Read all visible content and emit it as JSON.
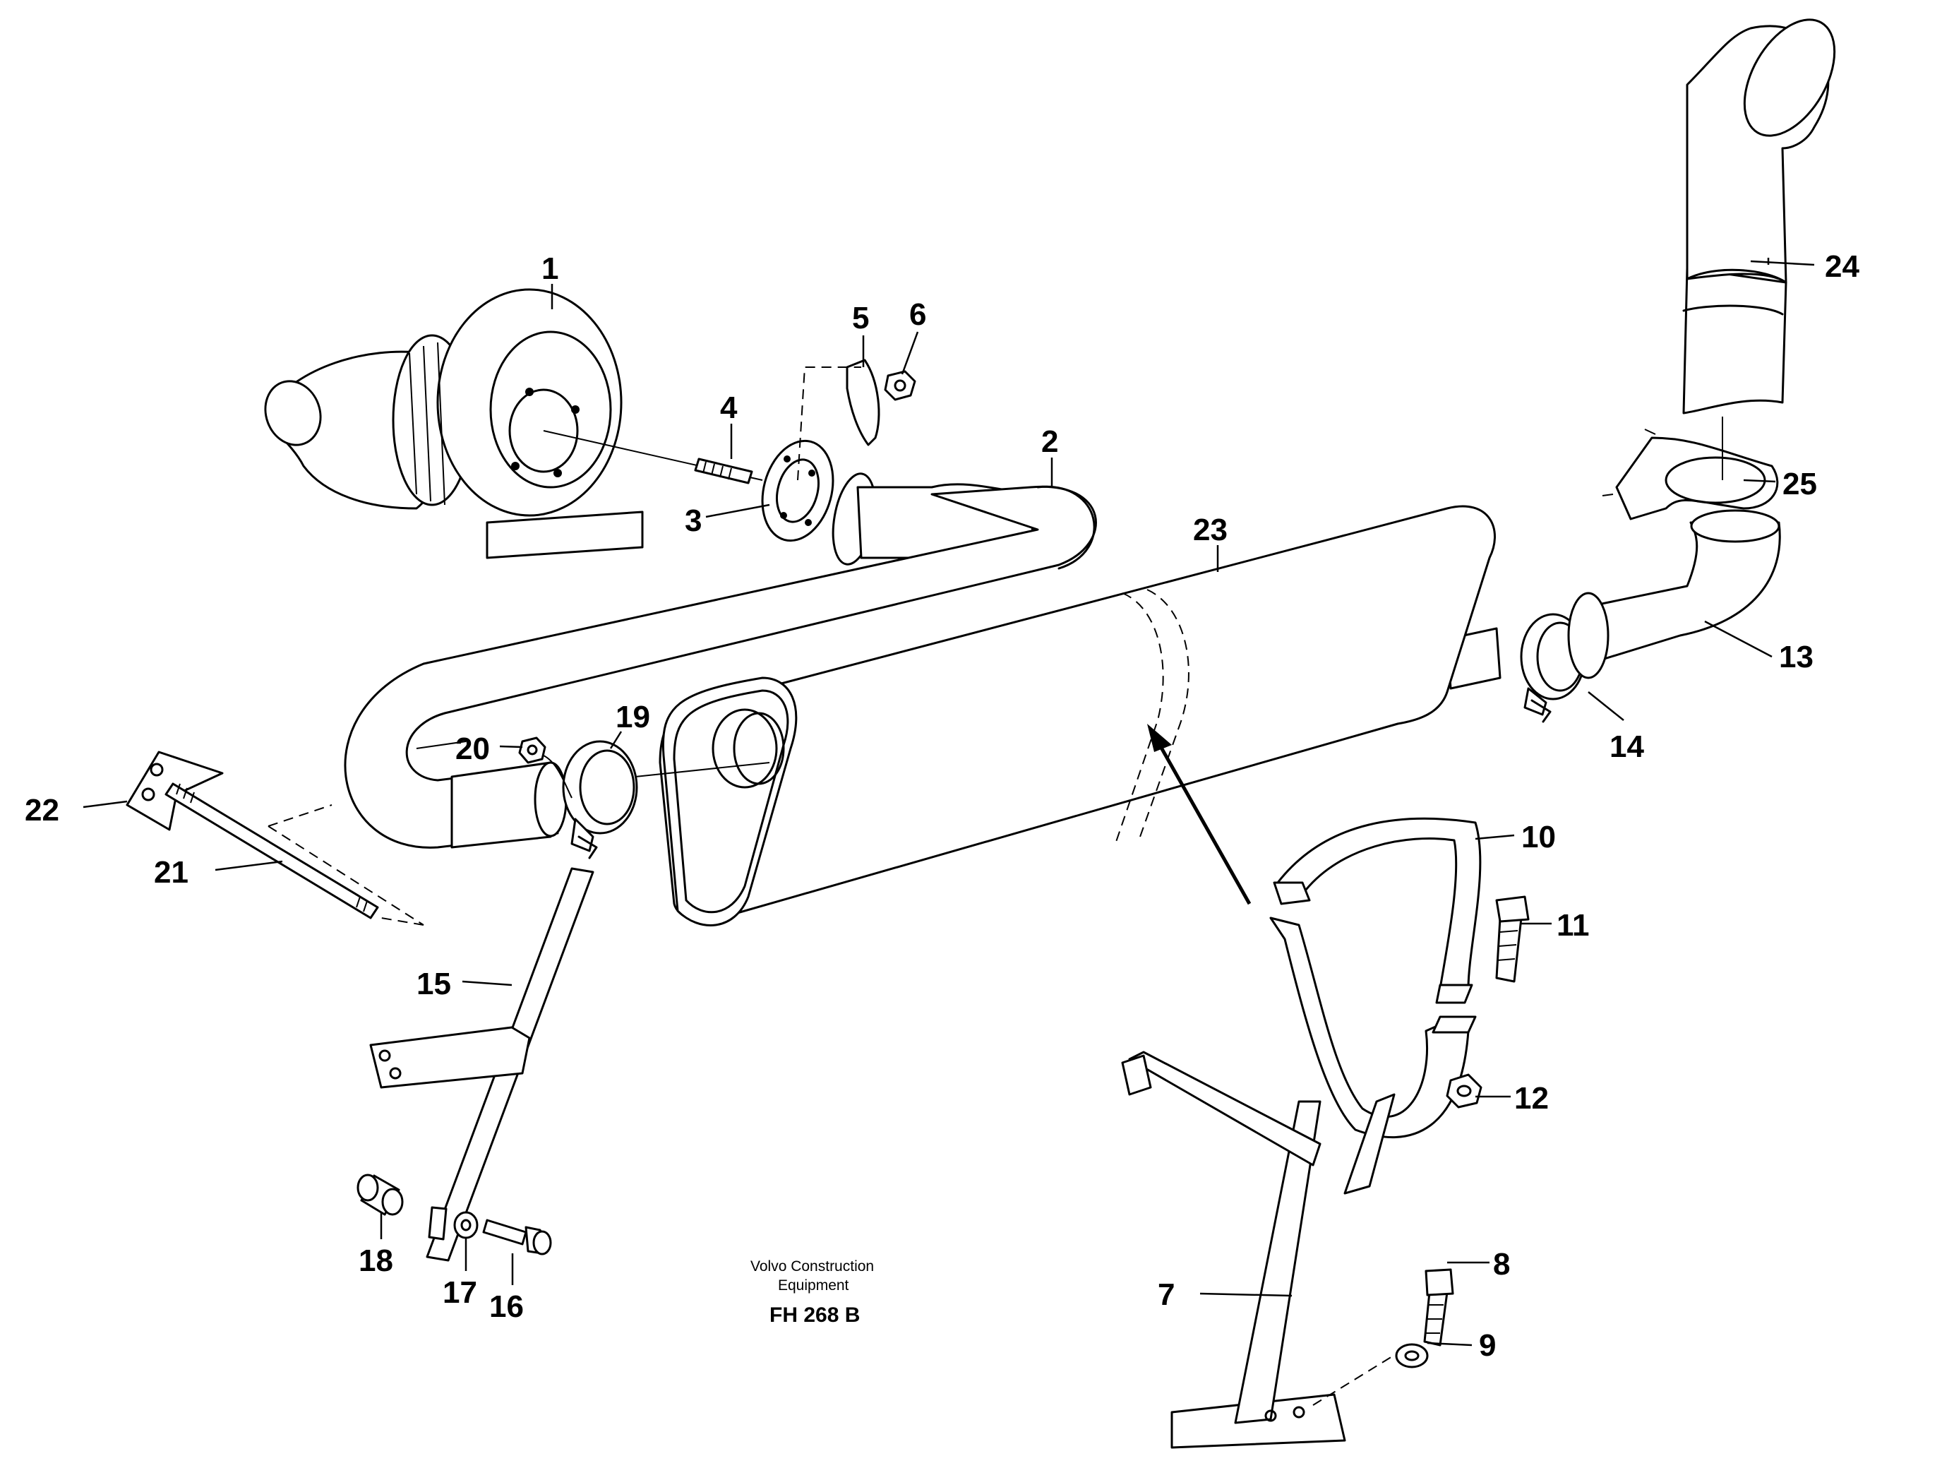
{
  "labels": [
    {
      "text": "1"
    },
    {
      "text": "2"
    },
    {
      "text": "3"
    },
    {
      "text": "4"
    },
    {
      "text": "5"
    },
    {
      "text": "6"
    },
    {
      "text": "7"
    },
    {
      "text": "8"
    },
    {
      "text": "9"
    },
    {
      "text": "10"
    },
    {
      "text": "11"
    },
    {
      "text": "12"
    },
    {
      "text": "13"
    },
    {
      "text": "14"
    },
    {
      "text": "15"
    },
    {
      "text": "16"
    },
    {
      "text": "17"
    },
    {
      "text": "18"
    },
    {
      "text": "19"
    },
    {
      "text": "20"
    },
    {
      "text": "21"
    },
    {
      "text": "22"
    },
    {
      "text": "23"
    },
    {
      "text": "24"
    },
    {
      "text": "25"
    }
  ],
  "caption": {
    "line1": "Volvo Construction",
    "line2": "Equipment",
    "code": "FH 268  B"
  }
}
